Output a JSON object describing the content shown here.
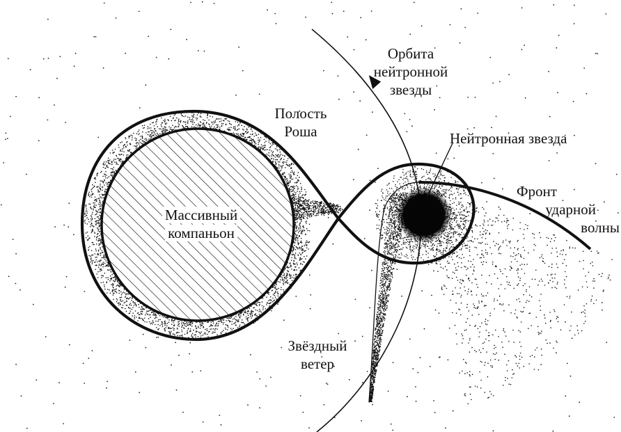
{
  "labels": {
    "orbit_line1": "Орбита",
    "orbit_line2": "нейтронной",
    "orbit_line3": "звезды",
    "roche_line1": "Полость",
    "roche_line2": "Роша",
    "neutron_star": "Нейтронная звезда",
    "shock_line1": "Фронт",
    "shock_line2": "ударной",
    "shock_line3": "волны",
    "companion_line1": "Массивный",
    "companion_line2": "компаньон",
    "wind_line1": "Звёздный",
    "wind_line2": "ветер"
  },
  "colors": {
    "ink": "#111111",
    "background": "#ffffff"
  }
}
